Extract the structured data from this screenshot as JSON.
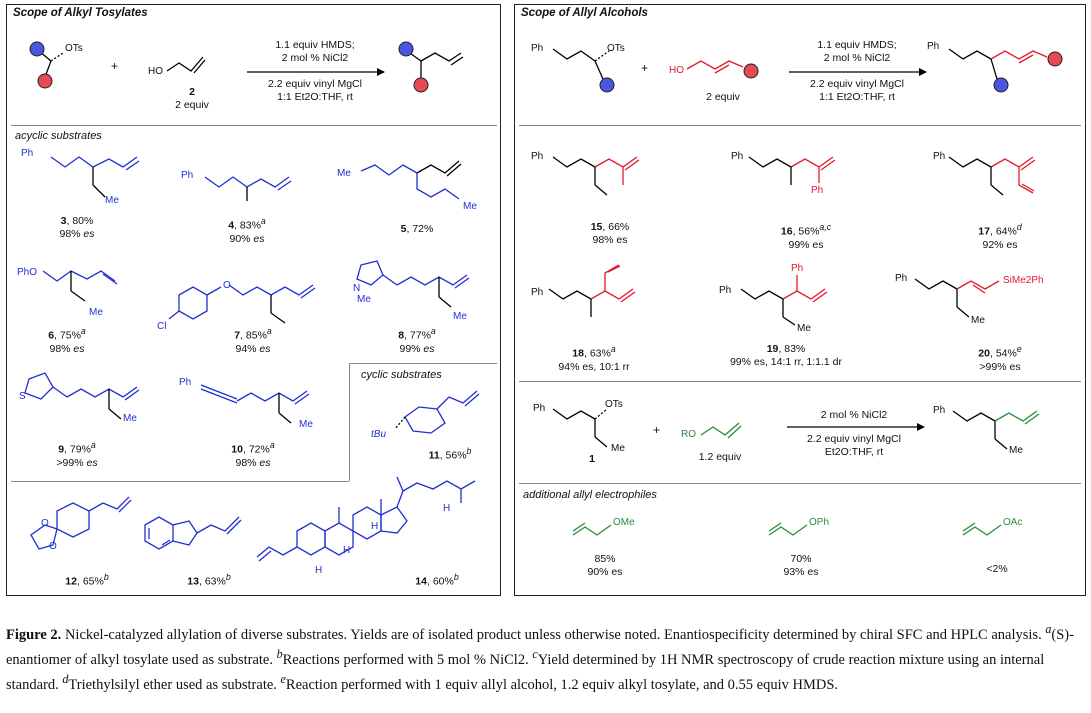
{
  "left_panel": {
    "title": "Scope of Alkyl Tosylates",
    "scheme": {
      "tosylate_group": "OTs",
      "plus": "+",
      "allyl_oh": "HO",
      "reagent_number": "2",
      "reagent_equiv": "2 equiv",
      "conditions": [
        "1.1 equiv HMDS;",
        "2 mol % NiCl2",
        "2.2 equiv vinyl MgCl",
        "1:1 Et2O:THF, rt"
      ]
    },
    "acyclic_label": "acyclic substrates",
    "cyclic_label": "cyclic substrates",
    "groups": {
      "ph": "Ph",
      "me": "Me",
      "pho": "PhO",
      "o": "O",
      "cl": "Cl",
      "n": "N",
      "s": "S",
      "tbu": "tBu",
      "h": "H"
    },
    "compounds": [
      {
        "num": "3",
        "yield": "80%",
        "sup": "",
        "es": "98%"
      },
      {
        "num": "4",
        "yield": "83%",
        "sup": "a",
        "es": "90%"
      },
      {
        "num": "5",
        "yield": "72%",
        "sup": "",
        "es": ""
      },
      {
        "num": "6",
        "yield": "75%",
        "sup": "a",
        "es": "98%"
      },
      {
        "num": "7",
        "yield": "85%",
        "sup": "a",
        "es": "94%"
      },
      {
        "num": "8",
        "yield": "77%",
        "sup": "a",
        "es": "99%"
      },
      {
        "num": "9",
        "yield": "79%",
        "sup": "a",
        "es": ">99%"
      },
      {
        "num": "10",
        "yield": "72%",
        "sup": "a",
        "es": "98%"
      },
      {
        "num": "11",
        "yield": "56%",
        "sup": "b",
        "es": ""
      },
      {
        "num": "12",
        "yield": "65%",
        "sup": "b",
        "es": ""
      },
      {
        "num": "13",
        "yield": "63%",
        "sup": "b",
        "es": ""
      },
      {
        "num": "14",
        "yield": "60%",
        "sup": "b",
        "es": ""
      }
    ]
  },
  "right_panel": {
    "title": "Scope of Allyl Alcohols",
    "scheme": {
      "tosylate_group": "OTs",
      "plus": "+",
      "allyl_oh": "HO",
      "reagent_equiv": "2 equiv",
      "conditions": [
        "1.1 equiv HMDS;",
        "2 mol % NiCl2",
        "2.2 equiv vinyl MgCl",
        "1:1 Et2O:THF, rt"
      ]
    },
    "scheme2": {
      "substrate_number": "1",
      "ro": "RO",
      "reagent_equiv": "1.2 equiv",
      "conditions": [
        "2 mol % NiCl2",
        "2.2 equiv vinyl MgCl",
        "Et2O:THF, rt"
      ]
    },
    "groups": {
      "ph": "Ph",
      "me": "Me",
      "sime2ph": "SiMe2Ph",
      "ome": "OMe",
      "oph": "OPh",
      "oac": "OAc"
    },
    "compounds": [
      {
        "num": "15",
        "yield": "66%",
        "sup": "",
        "extra": "98% es"
      },
      {
        "num": "16",
        "yield": "56%",
        "sup": "a,c",
        "extra": "99% es"
      },
      {
        "num": "17",
        "yield": "64%",
        "sup": "d",
        "extra": "92% es"
      },
      {
        "num": "18",
        "yield": "63%",
        "sup": "a",
        "extra": "94% es, 10:1 rr"
      },
      {
        "num": "19",
        "yield": "83%",
        "sup": "",
        "extra": "99% es, 14:1 rr, 1:1.1 dr"
      },
      {
        "num": "20",
        "yield": "54%",
        "sup": "e",
        "extra": ">99% es"
      }
    ],
    "additional_label": "additional allyl electrophiles",
    "electrophiles": [
      {
        "group": "OMe",
        "yield": "85%",
        "es": "90% es"
      },
      {
        "group": "OPh",
        "yield": "70%",
        "es": "93% es"
      },
      {
        "group": "OAc",
        "yield": "<2%",
        "es": ""
      }
    ]
  },
  "caption": {
    "label": "Figure 2.",
    "text": " Nickel-catalyzed allylation of diverse substrates. Yields are of isolated product unless otherwise noted. Enantiospecificity determined by chiral SFC and HPLC analysis. ",
    "note_a": "(S)-enantiomer of alkyl tosylate used as substrate. ",
    "note_b": "Reactions performed with 5 mol % NiCl2. ",
    "note_c": "Yield determined by 1H NMR spectroscopy of crude reaction mixture using an internal standard. ",
    "note_d": "Triethylsilyl ether used as substrate. ",
    "note_e": "Reaction performed with 1 equiv allyl alcohol, 1.2 equiv alkyl tosylate, and 0.55 equiv HMDS."
  },
  "colors": {
    "blue": "#1f2fd0",
    "red": "#e0192b",
    "green": "#2b8a3e",
    "ball_blue": "#4a55e0",
    "ball_red": "#e84a55"
  }
}
